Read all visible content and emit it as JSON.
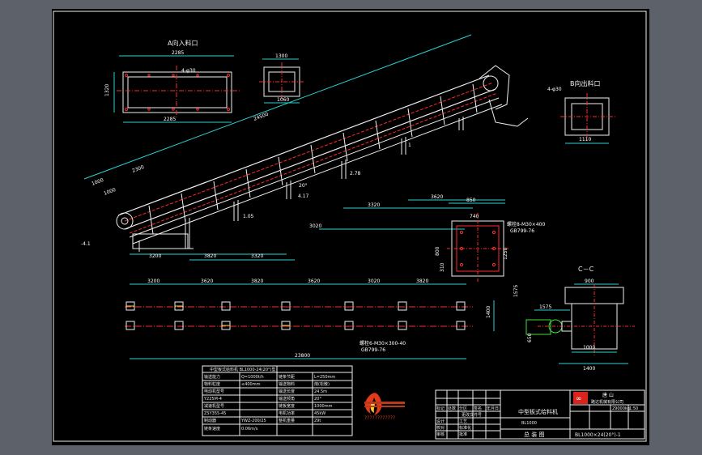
{
  "labels": {
    "view_a": "A向入料口",
    "view_b": "B向出料口",
    "section_cc": "C－C",
    "foundation_note": "螺栓8-M30×400",
    "foundation_std": "GB799-76",
    "anchor_note": "螺栓6-M30×300-40",
    "anchor_std": "GB799-76"
  },
  "dims": {
    "a_top": "2285",
    "a_side": "1320",
    "a_inner": "4-φ30",
    "a_bottom": "2285",
    "mid_top": "1300",
    "mid_bottom": "1060",
    "b_top": "4-φ30",
    "b_side": "1110",
    "diag_total": "24500",
    "diag_seg1": "1000",
    "diag_seg2": "2300",
    "diag_seg3": "1000",
    "angle": "20°",
    "elev_1": "1.05",
    "elev_2": "4.17",
    "elev_3": "2.78",
    "elev_4": "1",
    "elev_5": "1",
    "elev_left": "-4.1",
    "span_3020a": "3020",
    "span_3320": "3320",
    "span_3320b": "3320",
    "span_3620": "3620",
    "span_3200": "3200",
    "span_3820": "3820",
    "plan_3200": "3200",
    "plan_3620a": "3620",
    "plan_3820": "3820",
    "plan_3620b": "3620",
    "plan_3020": "3020",
    "plan_3820b": "3820",
    "plan_total": "23800",
    "plan_1400": "1400",
    "base_850": "850",
    "base_740": "740",
    "base_800": "800",
    "base_310": "310",
    "base_1575": "1575",
    "base_1250": "1250",
    "cc_900": "900",
    "cc_1575": "1575",
    "cc_1000": "1000",
    "cc_1400": "1400",
    "cc_650": "650"
  },
  "spec_table": {
    "title": "中型板式给料机  BL1000-24(20°)型",
    "rows": [
      [
        "输送能力",
        "Q=1000t/h",
        "链条节距",
        "L=250mm"
      ],
      [
        "物料粒度",
        "≤400mm",
        "输送物料",
        "煤(松散)"
      ],
      [
        "电动机型号",
        "",
        "输送长度",
        "24.5m"
      ],
      [
        "Y225M-4",
        "",
        "输送倾角",
        "20°"
      ],
      [
        "减速机型号",
        "",
        "链板宽度",
        "1000mm"
      ],
      [
        "ZSY355-45",
        "",
        "电机功率",
        "45kW"
      ],
      [
        "制动器",
        "YWZ-200/25",
        "整机重量",
        "29t"
      ],
      [
        "链条速度",
        "0.06m/s",
        "",
        ""
      ]
    ]
  },
  "logo_caption": "????????????",
  "title_block": {
    "company_line1": "唐 山",
    "company_line2": "路达机械有限公司",
    "drawing_name": "中型板式给料机",
    "model": "BL1000",
    "view": "总 装 图",
    "drawing_no": "BL1000×24(20°)-1",
    "weight": "29000kg",
    "scale": "1:50",
    "rows": [
      "标记",
      "处数",
      "分区",
      "更改文件号",
      "签名",
      "年月日"
    ],
    "roles": [
      "设计",
      "校对",
      "审核",
      "工艺",
      "标准化",
      "批准"
    ]
  },
  "colors": {
    "background": "#5d6169",
    "sheet": "#000000",
    "line": "#f0f0f0",
    "cyan": "#2ad2d2",
    "green": "#3fe03f",
    "red": "#ff2a2a",
    "yellow": "#e6e640",
    "magenta": "#d040d0"
  }
}
